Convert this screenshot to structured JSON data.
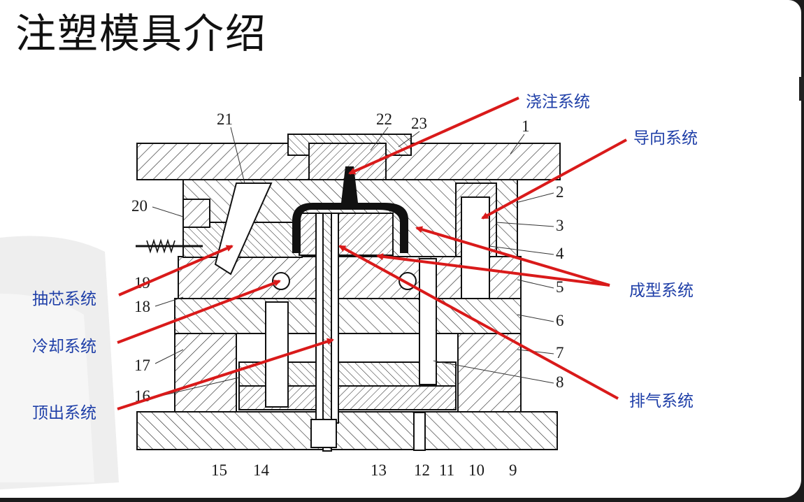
{
  "slide": {
    "title": "注塑模具介绍"
  },
  "systems": {
    "gating": "浇注系统",
    "guiding": "导向系统",
    "forming": "成型系统",
    "core_pulling": "抽芯系统",
    "cooling": "冷却系统",
    "ejection": "顶出系统",
    "venting": "排气系统"
  },
  "part_numbers": [
    "1",
    "2",
    "3",
    "4",
    "5",
    "6",
    "7",
    "8",
    "9",
    "10",
    "11",
    "12",
    "13",
    "14",
    "15",
    "16",
    "17",
    "18",
    "19",
    "20",
    "21",
    "22",
    "23"
  ],
  "colors": {
    "arrow": "#d91a1a",
    "label": "#1f3fa8",
    "line": "#111111"
  }
}
